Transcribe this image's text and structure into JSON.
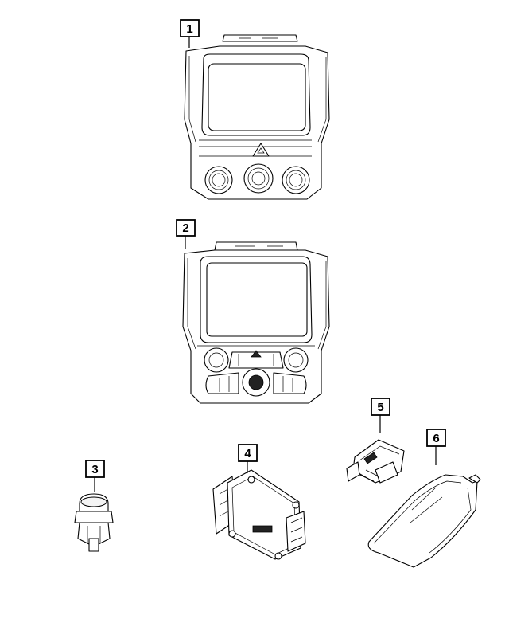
{
  "callouts": [
    {
      "label": "1",
      "part": "radio-control-panel-knobs"
    },
    {
      "label": "2",
      "part": "radio-control-panel-buttons"
    },
    {
      "label": "3",
      "part": "usb-port-module"
    },
    {
      "label": "4",
      "part": "control-module"
    },
    {
      "label": "5",
      "part": "usb-hub-module"
    },
    {
      "label": "6",
      "part": "bezel-cover"
    }
  ],
  "colors": {
    "line": "#000000",
    "background": "#ffffff"
  }
}
